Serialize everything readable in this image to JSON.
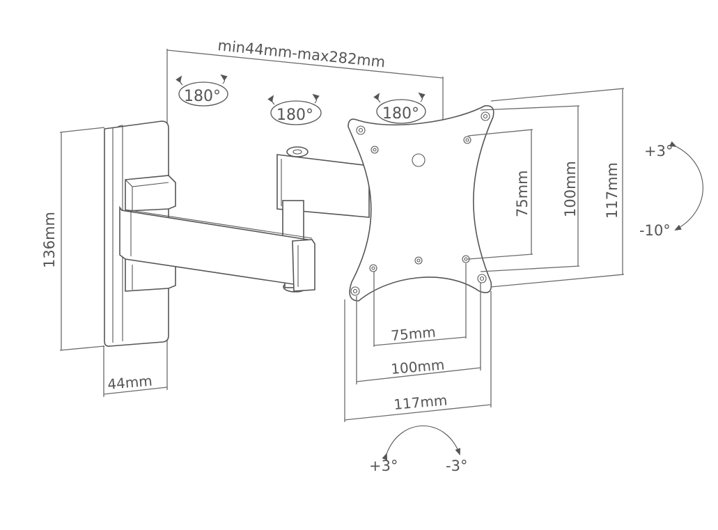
{
  "diagram": {
    "labels": {
      "arm_reach": "min44mm-max282mm",
      "swivel_1": "180°",
      "swivel_2": "180°",
      "swivel_3": "180°",
      "tilt_up": "+3°",
      "tilt_down": "-10°",
      "rotate_left": "+3°",
      "rotate_right": "-3°",
      "wall_plate_height": "136mm",
      "wall_plate_depth": "44mm",
      "vesa_v_75": "75mm",
      "vesa_v_100": "100mm",
      "vesa_v_117": "117mm",
      "vesa_h_75": "75mm",
      "vesa_h_100": "100mm",
      "vesa_h_117": "117mm"
    },
    "colors": {
      "line": "#555555",
      "dimension": "#6a6a6a",
      "background": "#ffffff"
    },
    "icons": [
      "swivel-arrow-icon",
      "tilt-arrow-icon",
      "rotate-arrow-icon"
    ]
  }
}
